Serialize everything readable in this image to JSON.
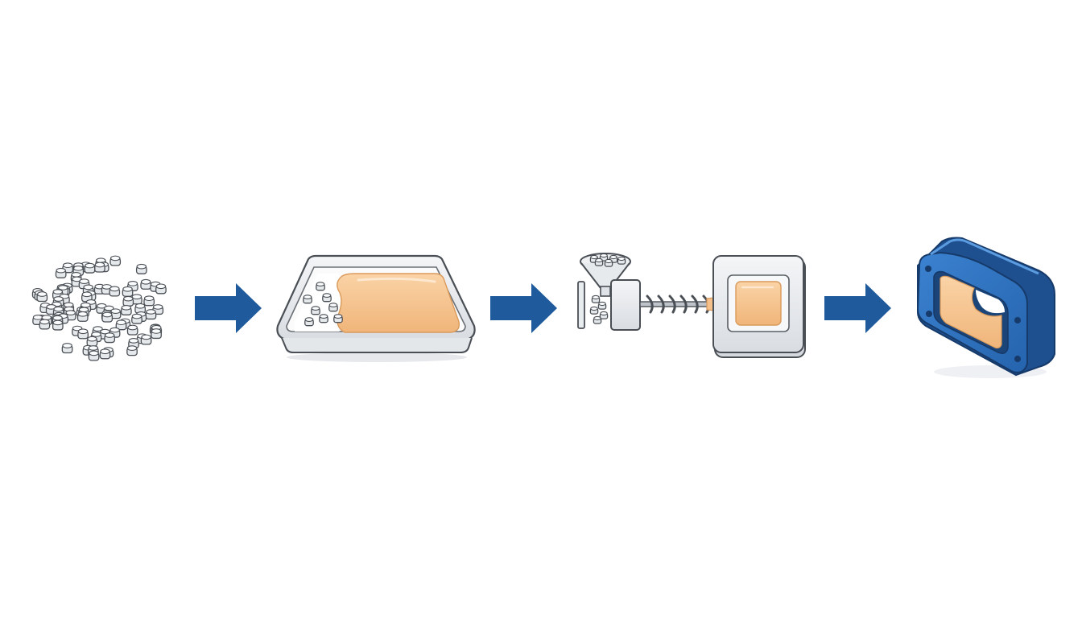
{
  "diagram": {
    "type": "process-flow",
    "labels": [],
    "steps": [
      {
        "id": "pellets",
        "icon": "plastic-pellets-icon"
      },
      {
        "id": "tray",
        "icon": "melting-tray-icon"
      },
      {
        "id": "injection",
        "icon": "injection-molding-machine-icon"
      },
      {
        "id": "part",
        "icon": "molded-blue-part-icon"
      }
    ],
    "arrow_count": 3
  },
  "colors": {
    "arrow": "#1f5a9c",
    "melt": "#f5c08a",
    "melt_edge": "#e0a060",
    "metal": "#e9ecef",
    "metal_edge": "#555a60",
    "part": "#2f73c0",
    "part_dark": "#1e4f8f",
    "outline": "#3a3d42"
  }
}
